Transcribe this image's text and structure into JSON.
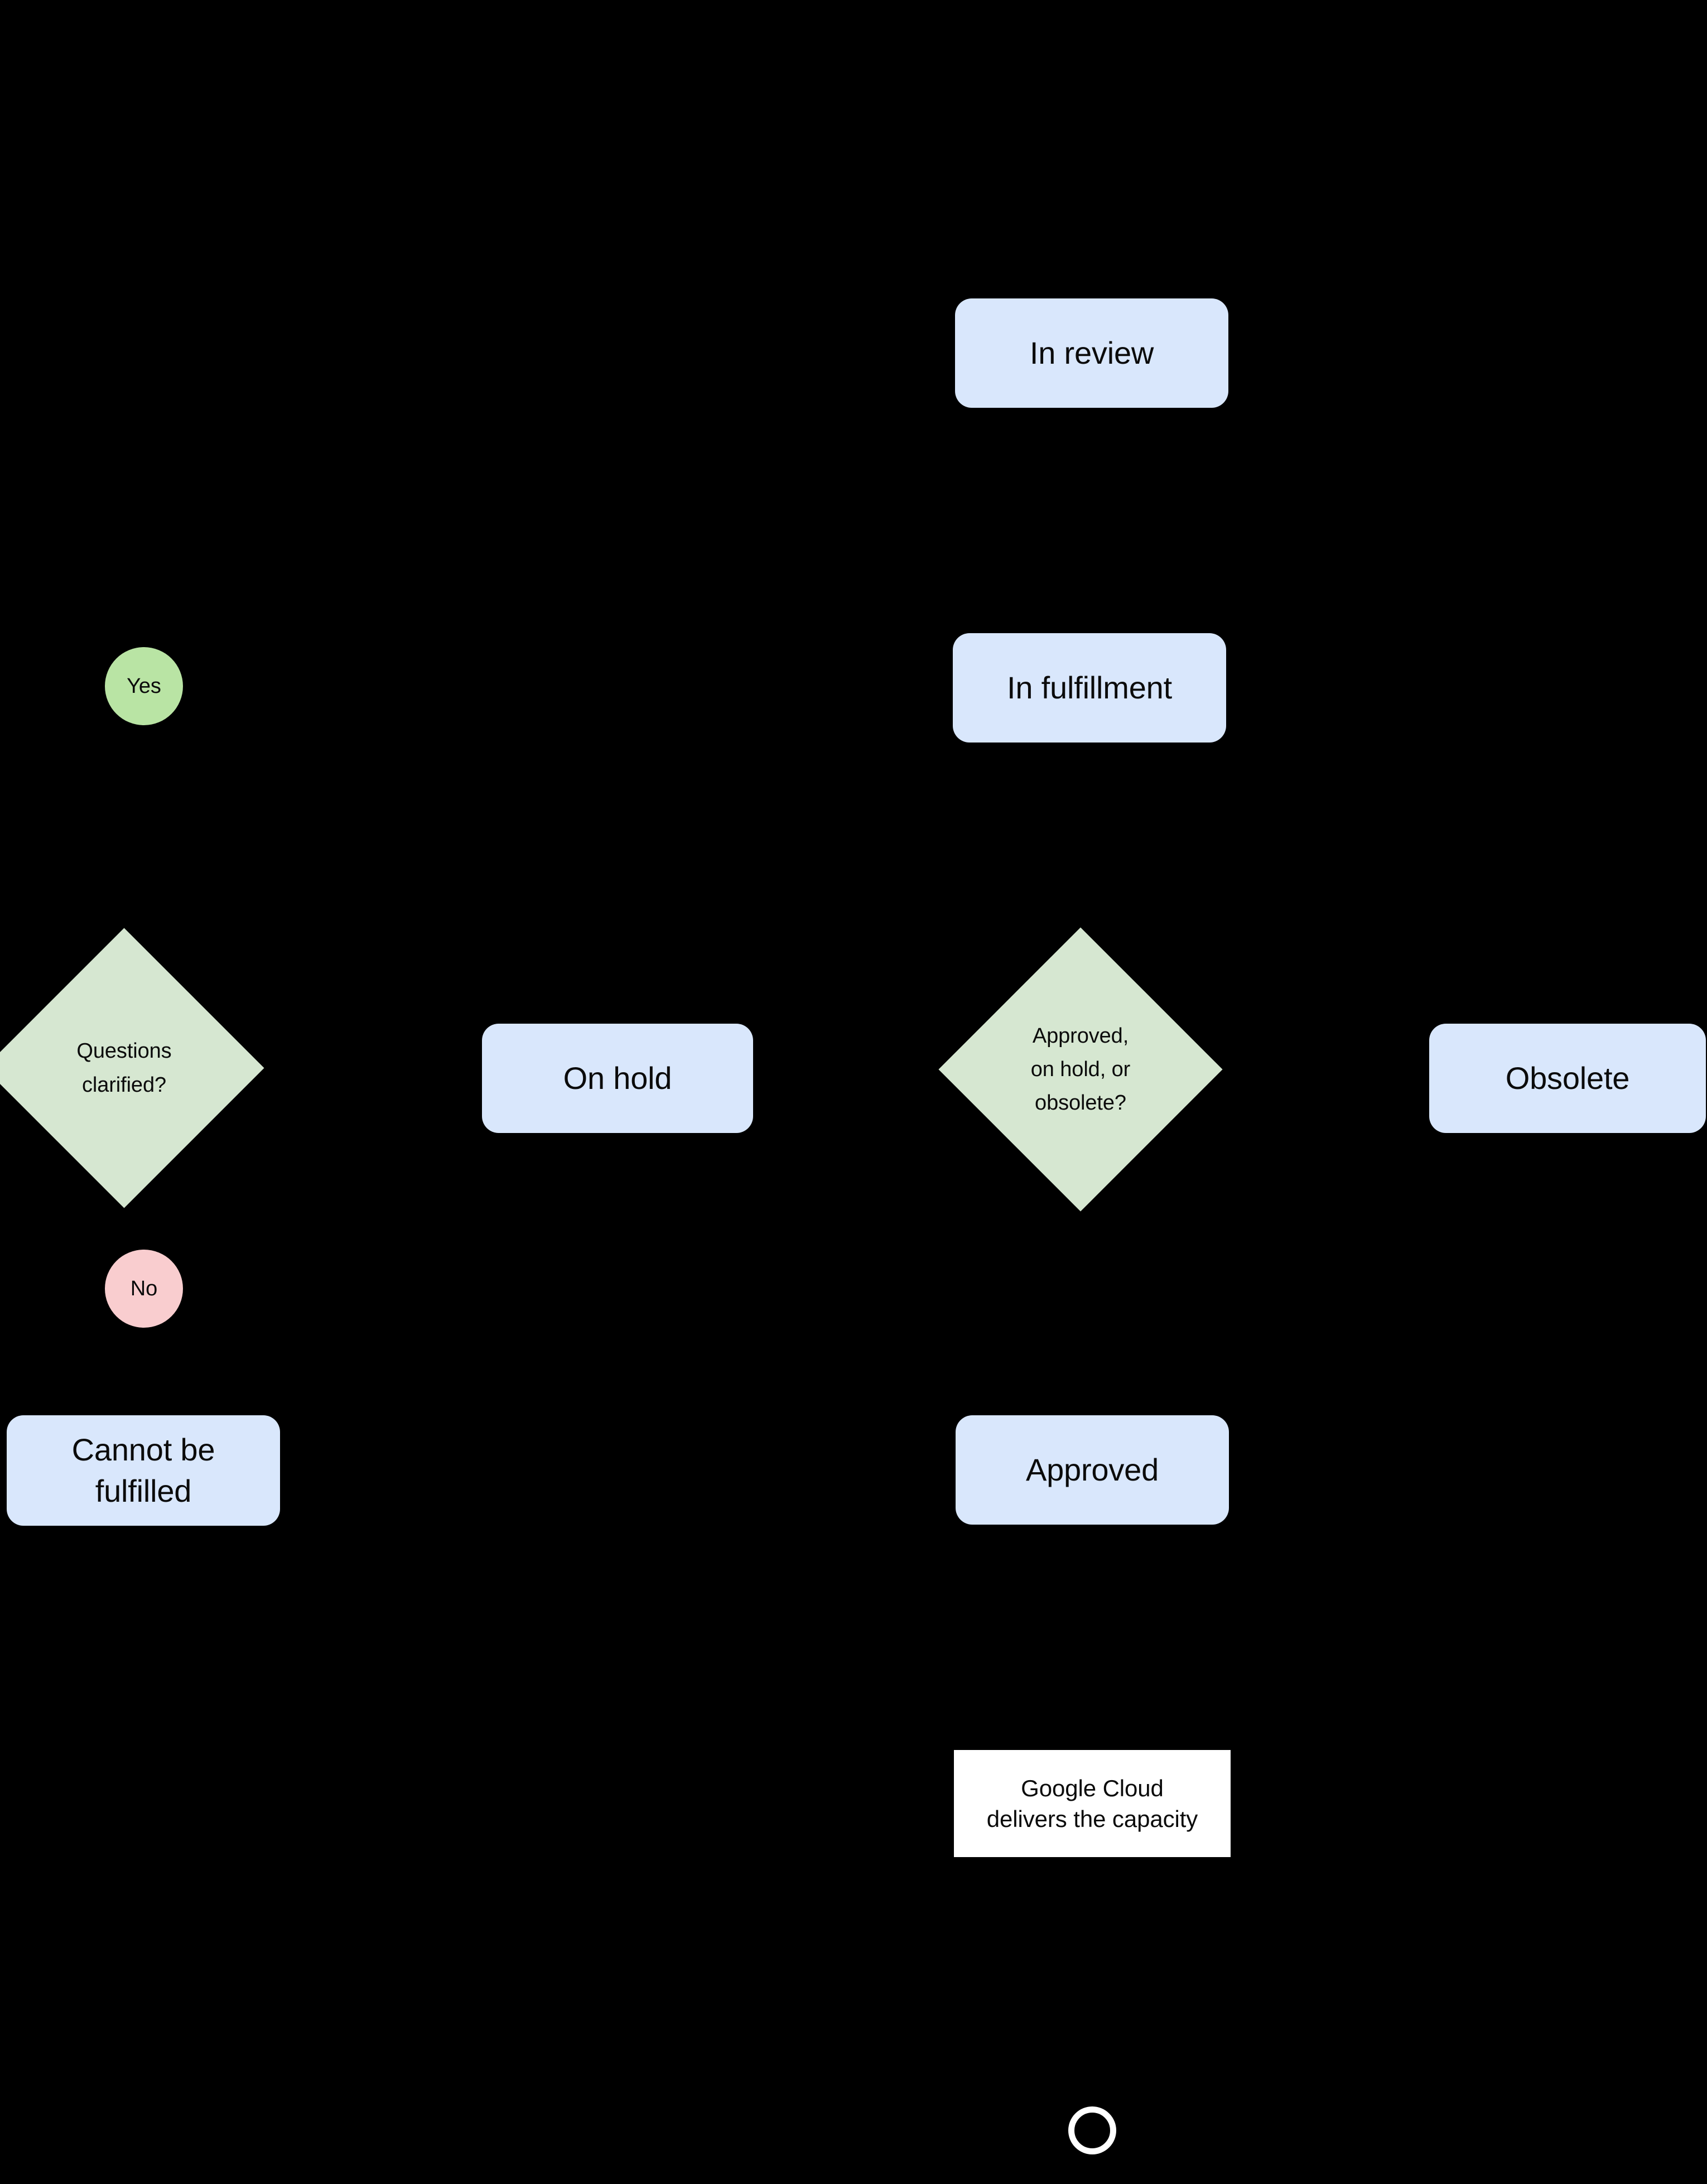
{
  "diagram": {
    "type": "flowchart",
    "background_color": "#000000",
    "palette": {
      "status_box_fill": "#d9e7fc",
      "decision_fill": "#d6e7d1",
      "yes_label_fill": "#b9e4a4",
      "no_label_fill": "#f9cdcf",
      "note_fill": "#ffffff",
      "terminator_stroke": "#ffffff",
      "text_color": "#0b0b0b"
    },
    "nodes": {
      "in_review": {
        "label": "In review",
        "shape": "rounded-rect"
      },
      "in_fulfillment": {
        "label": "In fulfillment",
        "shape": "rounded-rect"
      },
      "questions_clarified": {
        "label": "Questions\nclarified?",
        "shape": "diamond"
      },
      "on_hold": {
        "label": "On hold",
        "shape": "rounded-rect"
      },
      "approved_on_hold_or_obsolete": {
        "label": "Approved,\non hold, or\nobsolete?",
        "shape": "diamond"
      },
      "obsolete": {
        "label": "Obsolete",
        "shape": "rounded-rect"
      },
      "cannot_be_fulfilled": {
        "label": "Cannot be\nfulfilled",
        "shape": "rounded-rect"
      },
      "approved": {
        "label": "Approved",
        "shape": "rounded-rect"
      },
      "google_cloud_delivers": {
        "label": "Google Cloud\ndelivers the capacity",
        "shape": "rect"
      },
      "terminator": {
        "label": "",
        "shape": "circle-outline"
      }
    },
    "edge_labels": {
      "yes": "Yes",
      "no": "No"
    }
  }
}
